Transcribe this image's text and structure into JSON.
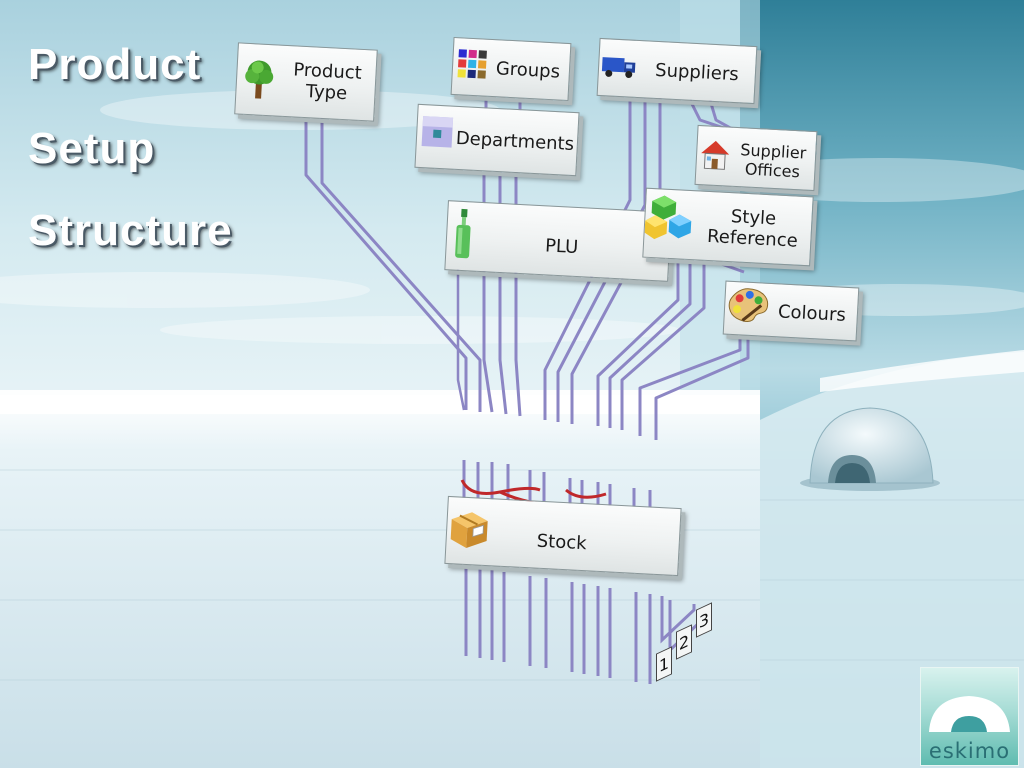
{
  "title": {
    "line1": "Product",
    "line2": "Setup",
    "line3": "Structure"
  },
  "nodes": {
    "product_type": {
      "label_1": "Product",
      "label_2": "Type",
      "icon": "tree-icon"
    },
    "groups": {
      "label": "Groups",
      "icon": "color-grid-icon"
    },
    "departments": {
      "label": "Departments",
      "icon": "department-icon"
    },
    "suppliers": {
      "label": "Suppliers",
      "icon": "truck-icon"
    },
    "supplier_offices": {
      "label_1": "Supplier",
      "label_2": "Offices",
      "icon": "house-icon"
    },
    "plu": {
      "label": "PLU",
      "icon": "bottle-icon"
    },
    "style_reference": {
      "label_1": "Style",
      "label_2": "Reference",
      "icon": "cubes-icon"
    },
    "colours": {
      "label": "Colours",
      "icon": "palette-icon"
    },
    "stock": {
      "label": "Stock",
      "icon": "box-icon"
    }
  },
  "variant_tags": [
    "1",
    "2",
    "3"
  ],
  "logo": {
    "text": "eskimo"
  },
  "colors": {
    "connector": "#8c86c4",
    "link_arc": "#c0282a",
    "sky": "#bfe0ea",
    "sea": "#3f8fa6"
  }
}
